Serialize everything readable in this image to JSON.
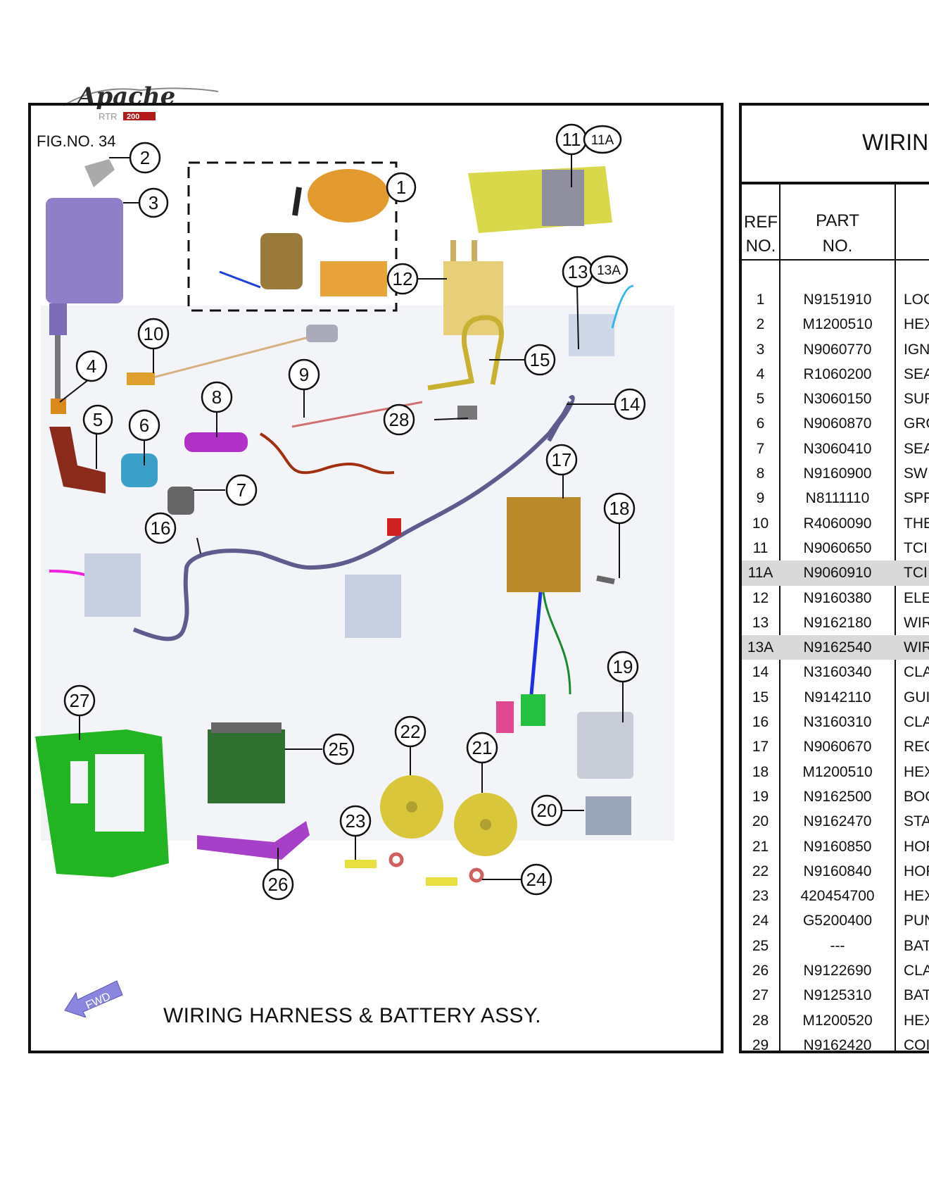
{
  "logo": {
    "brand": "Apache",
    "model": "RTR 200"
  },
  "figure": {
    "fig_no": "FIG.NO. 34",
    "caption": "WIRING HARNESS & BATTERY ASSY.",
    "fwd_label": "FWD",
    "callouts": [
      "1",
      "2",
      "3",
      "4",
      "5",
      "6",
      "7",
      "8",
      "9",
      "10",
      "11",
      "11A",
      "12",
      "13",
      "13A",
      "14",
      "15",
      "16",
      "17",
      "18",
      "19",
      "20",
      "21",
      "22",
      "23",
      "24",
      "25",
      "26",
      "27",
      "28"
    ]
  },
  "table": {
    "title": "WIRIN",
    "header": {
      "ref_1": "REF",
      "ref_2": "NO.",
      "part_1": "PART",
      "part_2": "NO."
    },
    "rows": [
      {
        "ref": "1",
        "part": "N9151910",
        "desc": "LOC"
      },
      {
        "ref": "2",
        "part": "M1200510",
        "desc": "HEX"
      },
      {
        "ref": "3",
        "part": "N9060770",
        "desc": "IGN"
      },
      {
        "ref": "4",
        "part": "R1060200",
        "desc": "SEA"
      },
      {
        "ref": "5",
        "part": "N3060150",
        "desc": "SUP"
      },
      {
        "ref": "6",
        "part": "N9060870",
        "desc": "GRO"
      },
      {
        "ref": "7",
        "part": "N3060410",
        "desc": "SEA"
      },
      {
        "ref": "8",
        "part": "N9160900",
        "desc": "SW"
      },
      {
        "ref": "9",
        "part": "N8111110",
        "desc": "SPR"
      },
      {
        "ref": "10",
        "part": "R4060090",
        "desc": "THE"
      },
      {
        "ref": "11",
        "part": "N9060650",
        "desc": "TCI"
      },
      {
        "ref": "11A",
        "part": "N9060910",
        "desc": "TCI",
        "highlight": true
      },
      {
        "ref": "12",
        "part": "N9160380",
        "desc": "ELE"
      },
      {
        "ref": "13",
        "part": "N9162180",
        "desc": "WIR"
      },
      {
        "ref": "13A",
        "part": "N9162540",
        "desc": "WIR",
        "highlight": true
      },
      {
        "ref": "14",
        "part": "N3160340",
        "desc": "CLA"
      },
      {
        "ref": "15",
        "part": "N9142110",
        "desc": "GUI"
      },
      {
        "ref": "16",
        "part": "N3160310",
        "desc": "CLA"
      },
      {
        "ref": "17",
        "part": "N9060670",
        "desc": "REG"
      },
      {
        "ref": "18",
        "part": "M1200510",
        "desc": "HEX"
      },
      {
        "ref": "19",
        "part": "N9162500",
        "desc": "BOO"
      },
      {
        "ref": "20",
        "part": "N9162470",
        "desc": "STA"
      },
      {
        "ref": "21",
        "part": "N9160850",
        "desc": "HOR"
      },
      {
        "ref": "22",
        "part": "N9160840",
        "desc": "HOR"
      },
      {
        "ref": "23",
        "part": "420454700",
        "desc": "HEX"
      },
      {
        "ref": "24",
        "part": "G5200400",
        "desc": "PUN"
      },
      {
        "ref": "25",
        "part": "---",
        "desc": "BAT"
      },
      {
        "ref": "26",
        "part": "N9122690",
        "desc": "CLA"
      },
      {
        "ref": "27",
        "part": "N9125310",
        "desc": "BAT"
      },
      {
        "ref": "28",
        "part": "M1200520",
        "desc": "HEX"
      },
      {
        "ref": "29",
        "part": "N9162420",
        "desc": "COI"
      }
    ]
  },
  "colors": {
    "harness": "#5e5c8c",
    "coil": "#8f7fc8",
    "ecu": "#d8d84a",
    "tray": "#22b422",
    "horn": "#d9c63a",
    "highlight": "#d9d9d9",
    "fwd": "#8a86e0"
  }
}
